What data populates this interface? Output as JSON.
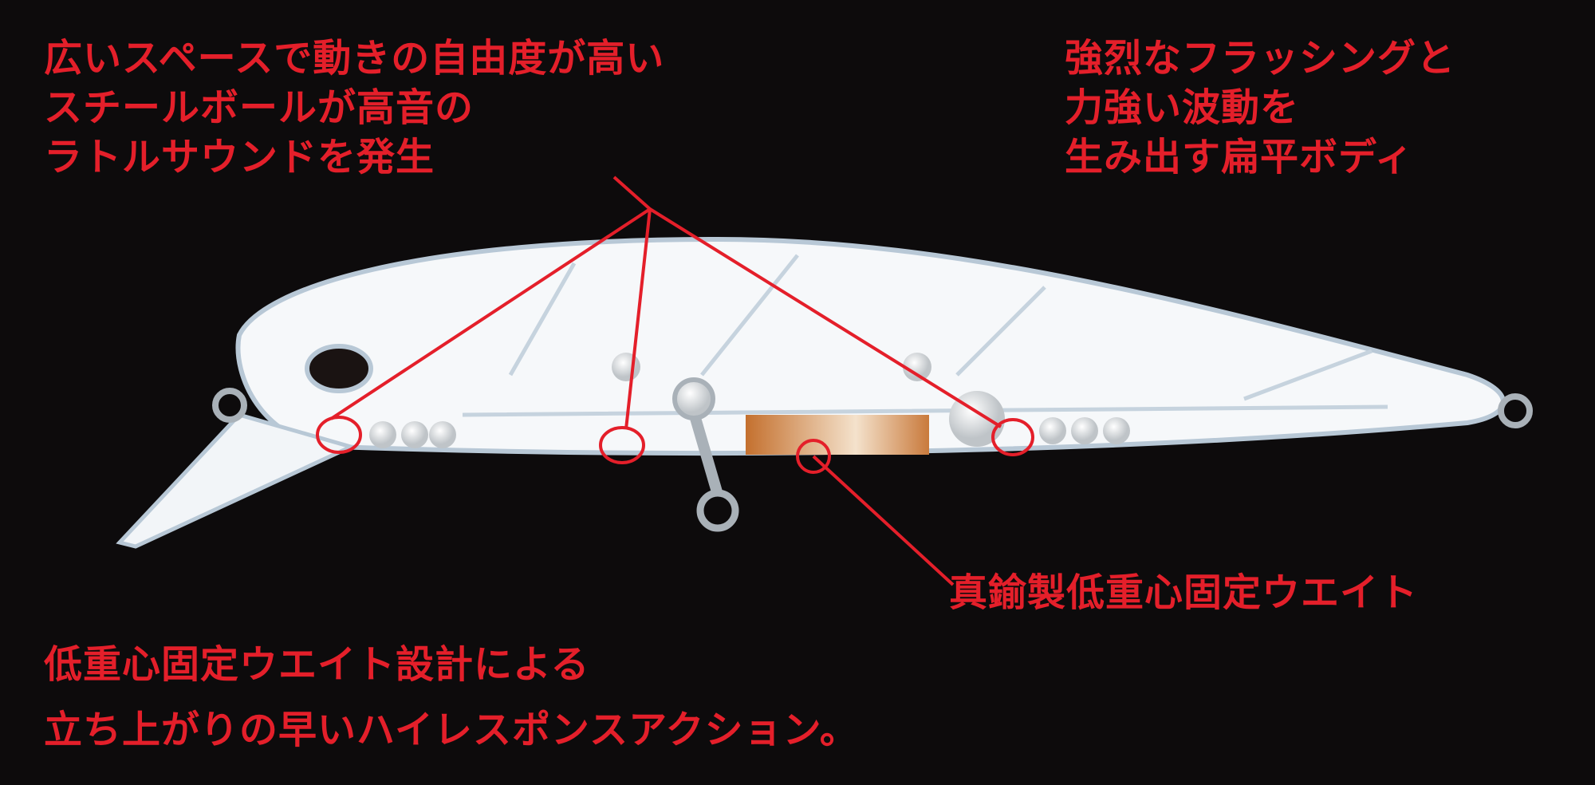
{
  "callouts": {
    "rattle": {
      "lines": [
        "広いスペースで動きの自由度が高い",
        "スチールボールが高音の",
        "ラトルサウンドを発生"
      ]
    },
    "body": {
      "lines": [
        "強烈なフラッシングと",
        "力強い波動を",
        "生み出す扁平ボディ"
      ]
    },
    "weight": {
      "lines": [
        "真鍮製低重心固定ウエイト"
      ]
    },
    "action": {
      "lines": [
        "低重心固定ウエイト設計による",
        "立ち上がりの早いハイレスポンスアクション。"
      ]
    }
  },
  "colors": {
    "background": "#0d0b0c",
    "accent": "#e41f2a",
    "brass": "#c87a3a",
    "outline": "#b8c8d6"
  }
}
